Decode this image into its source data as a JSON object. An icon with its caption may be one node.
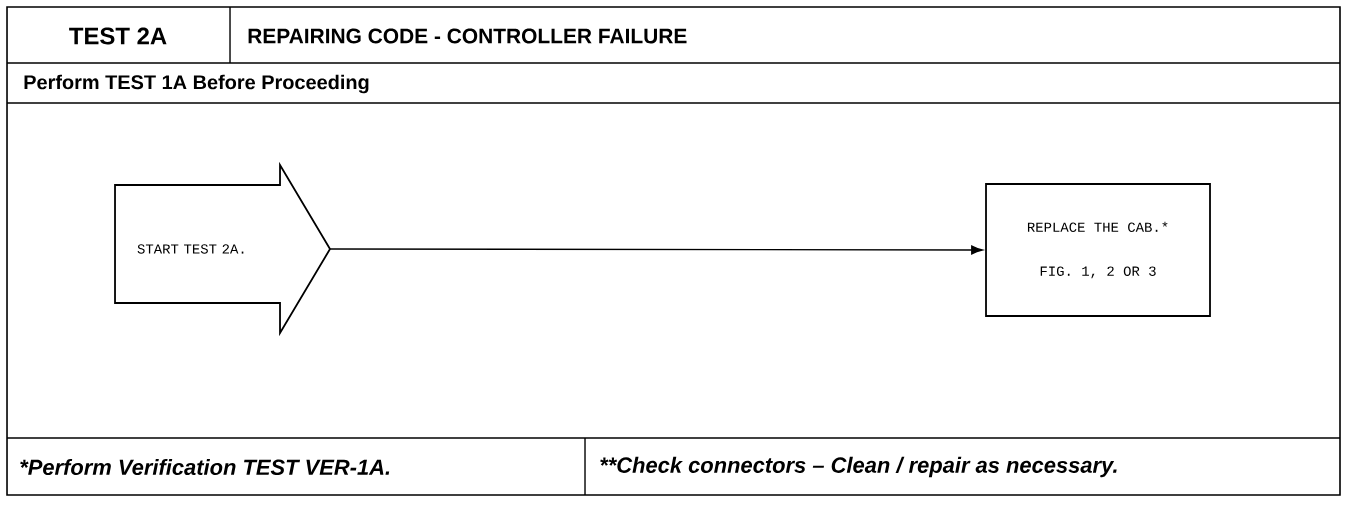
{
  "diagram": {
    "title": "REPAIRING CODE - CONTROLLER FAILURE",
    "nodes": [
      {
        "text": [
          "START TEST 2A."
        ]
      },
      {
        "text": [
          "REPLACE THE CAB.*",
          "FIG. 1, 2 OR 3"
        ]
      }
    ],
    "edges": [
      {
        "from": 0,
        "to": 1,
        "arrow": "to"
      }
    ],
    "labels": [
      "TEST 2A",
      "Perform TEST 1A Before Proceeding",
      "*Perform Verification TEST VER-1A.",
      "**Check connectors – Clean / repair as necessary."
    ]
  }
}
